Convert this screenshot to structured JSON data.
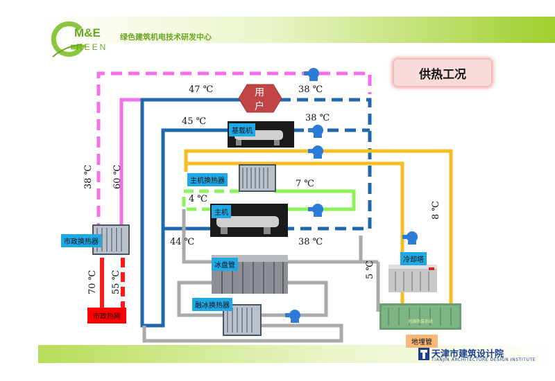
{
  "header": {
    "logo_me": "M&E",
    "logo_reen": "REEN",
    "org_name": "绿色建筑机电技术研发中心"
  },
  "title": "供热工况",
  "nodes": {
    "user": [
      "用",
      "户"
    ],
    "base_chiller": "基载机",
    "main_hx": "主机换热器",
    "main_unit": "主机",
    "municipal_hx": "市政换热器",
    "municipal_net": "市政热网",
    "ice_coil": "冰盘管",
    "melt_hx": "融冰换热器",
    "cooling_tower": "冷却塔",
    "ground_pipe": "地埋管",
    "ground_sign": "地源热泵系统"
  },
  "temps": {
    "t47": "47 ℃",
    "t38a": "38 ℃",
    "t45": "45 ℃",
    "t38b": "38 ℃",
    "t7": "7 ℃",
    "t4": "4 ℃",
    "t44": "44 ℃",
    "t38c": "38 ℃",
    "v38": "38 ℃",
    "v60": "60 ℃",
    "v70": "70 ℃",
    "v55": "55 ℃",
    "v8": "8 ℃",
    "v5": "5 ℃"
  },
  "footer": {
    "name_cn": "天津市建筑设计院",
    "name_en": "TIANJIN ARCHITECTURE DESIGN INSTITUTE"
  },
  "colors": {
    "pink": "#f36ee8",
    "blue": "#1f68b0",
    "yellow": "#f6be20",
    "green": "#8ef25a",
    "gray": "#aaaaaa",
    "red": "#ff1a1a",
    "pump": "#2d7bd6"
  }
}
